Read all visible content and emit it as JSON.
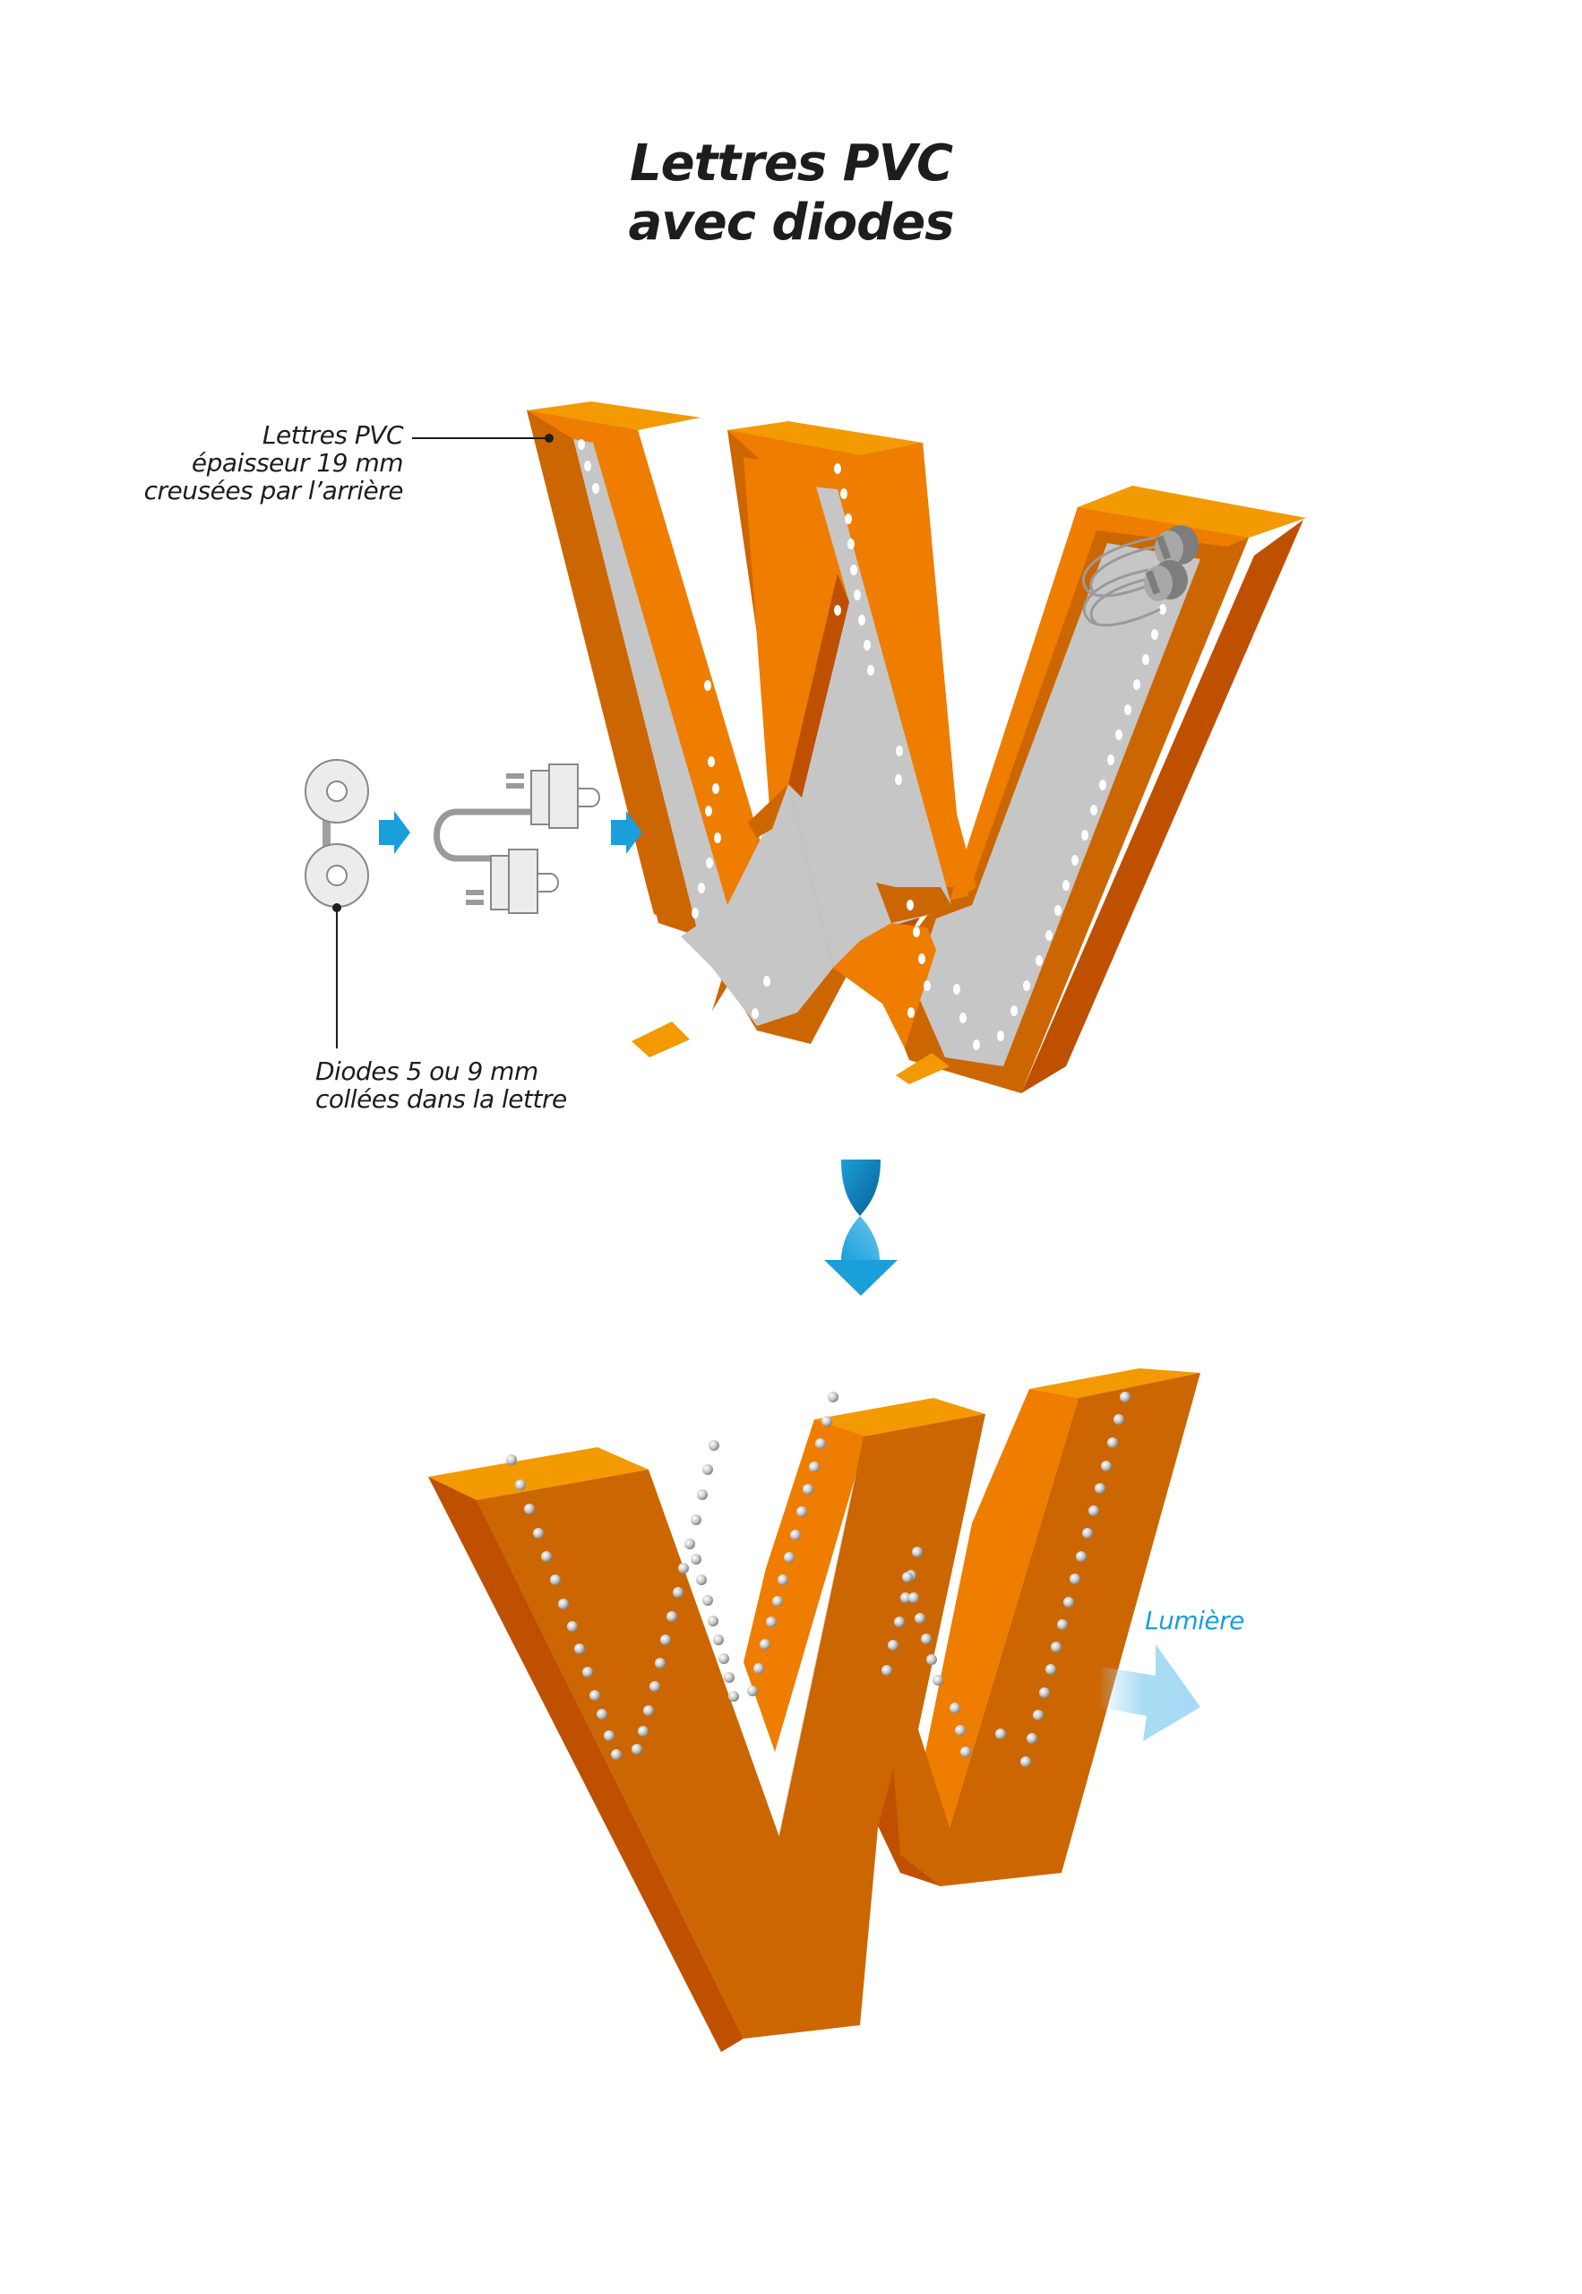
{
  "title": {
    "line1": "Lettres PVC",
    "line2": "avec diodes"
  },
  "callouts": {
    "pvc": {
      "line1": "Lettres PVC",
      "line2": "épaisseur 19 mm",
      "line3": "creusées par l’arrière"
    },
    "diodes": {
      "line1": "Diodes 5 ou 9 mm",
      "line2": "collées dans la lettre"
    },
    "light": {
      "label": "Lumière"
    }
  },
  "figures": {
    "top": "letter-w-back-view-hollow-with-diodes",
    "bottom": "letter-w-front-view-lit"
  },
  "colors": {
    "orange_top": "#f29a00",
    "orange_front": "#ee7d00",
    "orange_side": "#cc6600",
    "orange_dark": "#bf5000",
    "interior_gray": "#c6c6c6",
    "arrow_blue": "#1a9fdb",
    "light_blue": "#9fd7f3",
    "text": "#1d1d1b"
  }
}
